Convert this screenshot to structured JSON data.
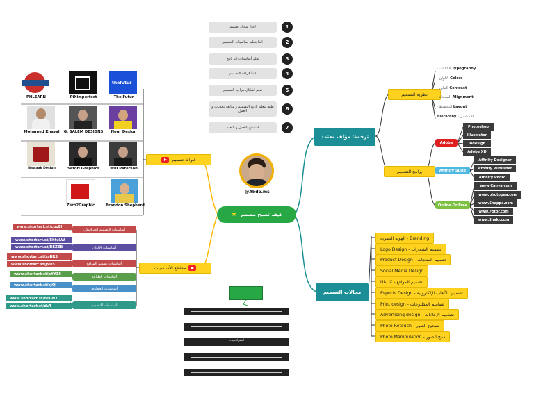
{
  "steps": [
    {
      "num": "1",
      "text": "اختار مجال تصميم"
    },
    {
      "num": "2",
      "text": "ابدأ بتعلم أساسيات التصميم"
    },
    {
      "num": "3",
      "text": "تعلم أساسيات البرنامج"
    },
    {
      "num": "4",
      "text": "ابدأ قراءة التصميم"
    },
    {
      "num": "5",
      "text": "تعلم أشكال مراجع التصميم"
    },
    {
      "num": "6",
      "text": "طبق بتعلم تاريخ التصميم و متابعة تحديات و العمل"
    },
    {
      "num": "7",
      "text": "استمتع بالعمل و التعلم"
    }
  ],
  "center": {
    "label": "كيف تصبح مصمم",
    "star": "★",
    "handle": "@Abdo.ms"
  },
  "right_top": {
    "label": "ترجمة: مؤلف معتمد",
    "theory": "نظرية التصميم",
    "theory_items": [
      {
        "en": "Typography",
        "ar": "- الكتابات"
      },
      {
        "en": "Colors",
        "ar": "- الألوان"
      },
      {
        "en": "Contrast",
        "ar": "- التباين"
      },
      {
        "en": "Alignment",
        "ar": "- المحاذاة"
      },
      {
        "en": "Layout",
        "ar": "- التخطيط"
      },
      {
        "en": "Hierarchy",
        "ar": "- التسلسل"
      }
    ],
    "programs": "برامج التصميم",
    "adobe": "Adobe",
    "adobe_items": [
      "Photoshop",
      "Illustrator",
      "Indesign",
      "Adobe XD"
    ],
    "affinity": "Affinity Suite",
    "affinity_items": [
      "Affinity Designer",
      "Affinity Publisher",
      "Affinity Photo"
    ],
    "online": "Online Or Free",
    "online_items": [
      "www.Canva.com",
      "www.photopea.com",
      "www.Snappa.com",
      "www.Fotor.com",
      "www.Shakr.com"
    ]
  },
  "right_bottom": {
    "label": "مجالات التصميم",
    "fields": [
      "الهوية البصرية - Branding",
      "Logo Design - تصميم الشعارات",
      "Product Design - تصميم المنتجات",
      "Social Media Design",
      "UI-UX - تصميم المواقع",
      "Esports Design - تصميم: الألعاب الإلكترونية",
      "Print design - تصاميم المطبوعات",
      "Advertising design - تصاميم الإعلانات",
      "Photo Retouch - تصحيح الصور",
      "Photo Manipulation - دمج الصور"
    ]
  },
  "left_top": {
    "label": "قنوات تصميم",
    "channels": [
      {
        "name": "PHLEARN",
        "color": "#c9302c"
      },
      {
        "name": "PiXimperfect",
        "color": "#111111"
      },
      {
        "name": "The Futur",
        "color": "#1a4fd8"
      },
      {
        "name": "Mohamed Khayal",
        "color": "#c7c7c7"
      },
      {
        "name": "G. SALEM DESIGNS",
        "color": "#555555"
      },
      {
        "name": "Nour Design",
        "color": "#6a3fa0"
      },
      {
        "name": "Nawaak Design",
        "color": "#e8e2d4"
      },
      {
        "name": "Satori Graphics",
        "color": "#2a2a2a"
      },
      {
        "name": "Will Paterson",
        "color": "#3c3c3c"
      },
      {
        "name": "Zero2Graphic",
        "color": "#d01818"
      },
      {
        "name": "Brandon Shepherd",
        "color": "#4aa0d8"
      }
    ]
  },
  "left_bottom": {
    "label": "مقاطع الأساسيات",
    "links": [
      {
        "url": "www.shortart.st/cgpEJ",
        "label": "أساسيات التصميم الجرافيكي",
        "color": "#c24a4a"
      },
      {
        "url": "www.shortart.st/8htuLW",
        "label": "أساسيات الألوان",
        "color": "#5a4fa0"
      },
      {
        "url": "www.shortart.st/BEZZB",
        "label": "",
        "color": "#5a4fa0"
      },
      {
        "url": "www.shortart.st/zsBR3",
        "label": "أساسيات تصميم المواقع",
        "color": "#c24a4a"
      },
      {
        "url": "www.shortart.st/JSU5",
        "label": "",
        "color": "#c24a4a"
      },
      {
        "url": "www.shortart.st/pYY38",
        "label": "أساسيات الطباعة",
        "color": "#5a9d4a"
      },
      {
        "url": "www.shortart.st/oJQI",
        "label": "أساسيات الخطوط",
        "color": "#4a90c8"
      },
      {
        "url": "www.shortart.st/oFGN7",
        "label": "أساسيات التصميم",
        "color": "#2f9a8a"
      },
      {
        "url": "www.shortart.st/dvT",
        "label": "",
        "color": "#2f9a8a"
      }
    ]
  },
  "bottom_bars": [
    "",
    "",
    "استراتيجيات",
    "",
    ""
  ],
  "colors": {
    "gold": "#ffd21f",
    "teal": "#1b8f95",
    "green": "#27a844",
    "dark": "#3b3b3b"
  }
}
